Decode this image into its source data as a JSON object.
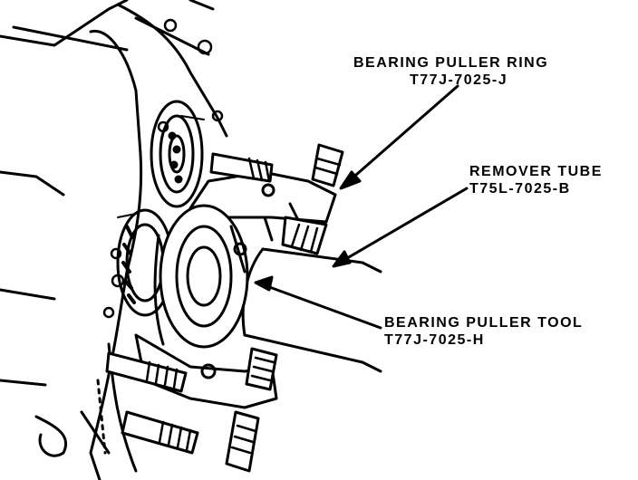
{
  "labels": {
    "ring": {
      "name": "BEARING PULLER RING",
      "part": "T77J-7025-J"
    },
    "tube": {
      "name": "REMOVER TUBE",
      "part": "T75L-7025-B"
    },
    "tool": {
      "name": "BEARING PULLER TOOL",
      "part": "T77J-7025-H"
    }
  },
  "colors": {
    "ink": "#000000",
    "paper": "#ffffff"
  }
}
